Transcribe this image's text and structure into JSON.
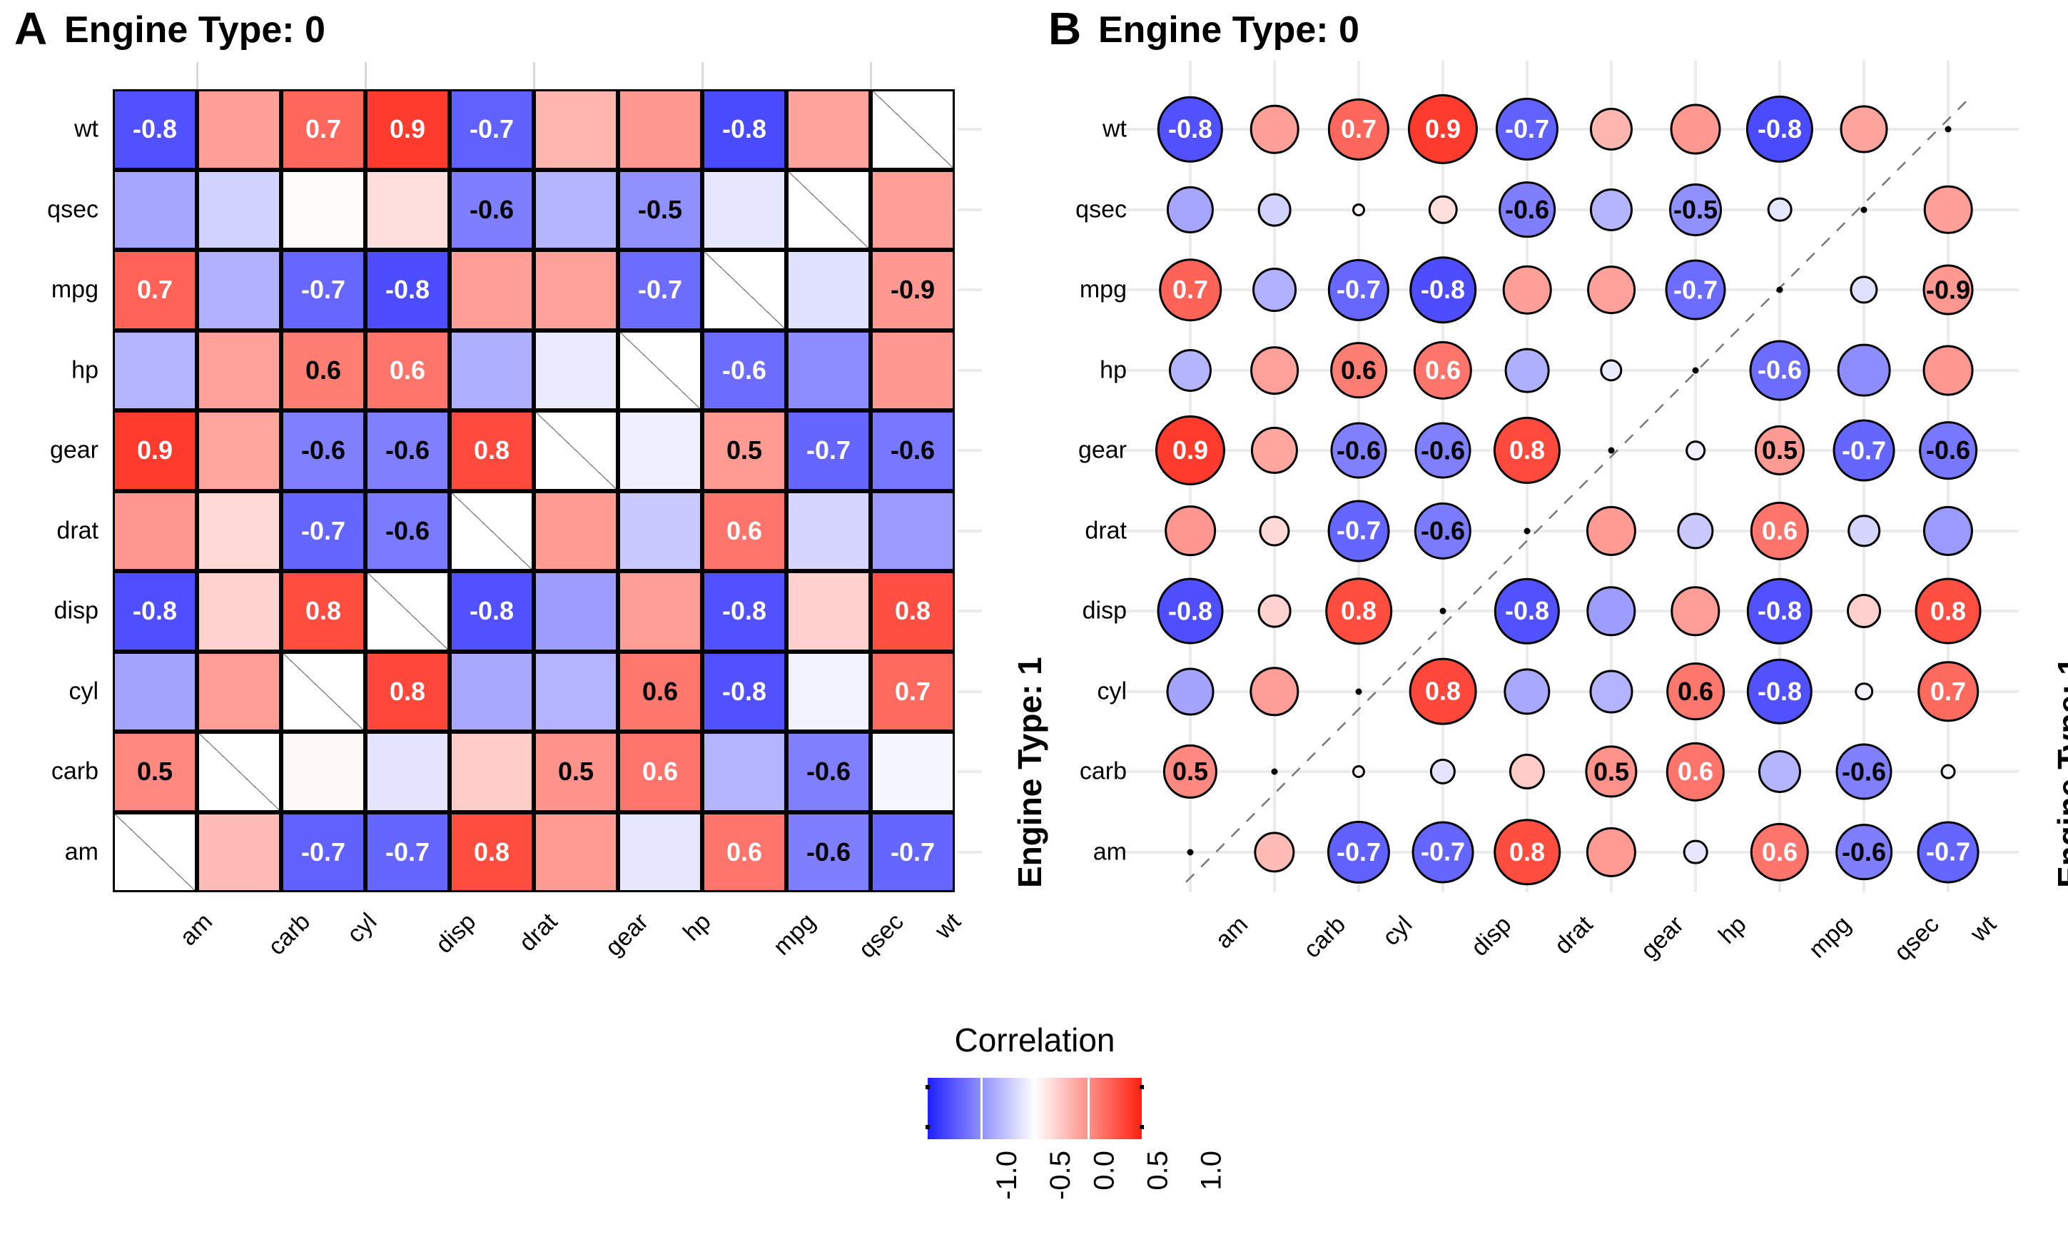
{
  "panels": [
    {
      "tag": "A",
      "title": "Engine Type: 0",
      "side_label": "Engine Type: 1",
      "style": "heatmap"
    },
    {
      "tag": "B",
      "title": "Engine Type: 0",
      "side_label": "Engine Type: 1",
      "style": "bubble"
    }
  ],
  "legend": {
    "title": "Correlation",
    "ticks": [
      "-1.0",
      "-0.5",
      "0.0",
      "0.5",
      "1.0"
    ],
    "low_color": "#2020ff",
    "mid_color": "#ffffff",
    "high_color": "#ff2010"
  },
  "chart_data": {
    "type": "heatmap",
    "title": "Engine Type: 0",
    "subtitle": "Engine Type: 1",
    "xlabel": "",
    "ylabel": "",
    "grid": true,
    "legend_position": "bottom",
    "colorbar_label": "Correlation",
    "zlim": [
      -1.0,
      1.0
    ],
    "x_tick_labels": [
      "am",
      "carb",
      "cyl",
      "disp",
      "drat",
      "gear",
      "hp",
      "mpg",
      "qsec",
      "wt"
    ],
    "y_tick_labels": [
      "wt",
      "qsec",
      "mpg",
      "hp",
      "gear",
      "drat",
      "disp",
      "cyl",
      "carb",
      "am"
    ],
    "label_threshold": 0.5,
    "note": "Lower-left triangle = Engine Type 0, upper-right triangle = Engine Type 1, diagonal is empty with dashed identity line. values[row][col] follows y_tick_labels x x_tick_labels; null marks the diagonal.",
    "values": [
      [
        -0.78,
        0.43,
        0.68,
        0.88,
        -0.71,
        0.33,
        0.46,
        -0.81,
        0.41,
        null
      ],
      [
        -0.4,
        -0.2,
        0.02,
        0.15,
        -0.58,
        -0.33,
        -0.5,
        -0.11,
        null,
        0.43
      ],
      [
        0.7,
        -0.35,
        -0.68,
        -0.8,
        0.43,
        0.42,
        -0.66,
        null,
        -0.14,
        0.46
      ],
      [
        -0.33,
        0.42,
        0.58,
        0.62,
        -0.36,
        -0.09,
        null,
        -0.66,
        -0.51,
        0.46
      ],
      [
        0.88,
        0.4,
        -0.57,
        -0.57,
        0.81,
        null,
        -0.07,
        0.45,
        -0.69,
        -0.61
      ],
      [
        0.47,
        0.17,
        -0.69,
        -0.59,
        null,
        0.45,
        -0.24,
        0.62,
        -0.19,
        -0.45
      ],
      [
        -0.79,
        0.2,
        0.8,
        null,
        -0.78,
        -0.44,
        0.44,
        -0.78,
        0.21,
        0.79
      ],
      [
        -0.41,
        0.44,
        null,
        0.82,
        -0.39,
        -0.34,
        0.61,
        -0.78,
        -0.06,
        0.67
      ],
      [
        0.53,
        null,
        0.03,
        -0.12,
        0.23,
        0.49,
        0.62,
        -0.33,
        -0.57,
        -0.04
      ],
      [
        null,
        0.3,
        -0.71,
        -0.69,
        0.8,
        0.45,
        -0.11,
        0.62,
        -0.58,
        -0.69
      ]
    ],
    "labels": [
      [
        "-0.8",
        "",
        "0.7",
        "0.9",
        "-0.7",
        "",
        "",
        "-0.8",
        "",
        ""
      ],
      [
        "",
        "",
        "",
        "",
        "-0.6",
        "",
        "-0.5",
        "",
        "",
        ""
      ],
      [
        "0.7",
        "",
        "-0.7",
        "-0.8",
        "",
        "",
        "-0.7",
        "",
        "",
        "-0.9"
      ],
      [
        "",
        "",
        "0.6",
        "0.6",
        "",
        "",
        "",
        "-0.6",
        "",
        ""
      ],
      [
        "0.9",
        "",
        "-0.6",
        "-0.6",
        "0.8",
        "",
        "",
        "0.5",
        "-0.7",
        "-0.6"
      ],
      [
        "",
        "",
        "-0.7",
        "-0.6",
        "",
        "",
        "",
        "0.6",
        "",
        ""
      ],
      [
        "-0.8",
        "",
        "0.8",
        "",
        "-0.8",
        "",
        "",
        "-0.8",
        "",
        "0.8"
      ],
      [
        "",
        "",
        "",
        "0.8",
        "",
        "",
        "0.6",
        "-0.8",
        "",
        "0.7"
      ],
      [
        "0.5",
        "",
        "",
        "",
        "",
        "0.5",
        "0.6",
        "",
        "-0.6",
        ""
      ],
      [
        "",
        "",
        "-0.7",
        "-0.7",
        "0.8",
        "",
        "",
        "0.6",
        "-0.6",
        "-0.7"
      ]
    ],
    "panel_b": {
      "type": "bubble",
      "note": "Same values as heatmap; marker area proportional to |correlation|, fill uses the same diverging colour scale.",
      "values_ref": "chart_data.values",
      "mpg_wt_value": -0.9
    }
  }
}
